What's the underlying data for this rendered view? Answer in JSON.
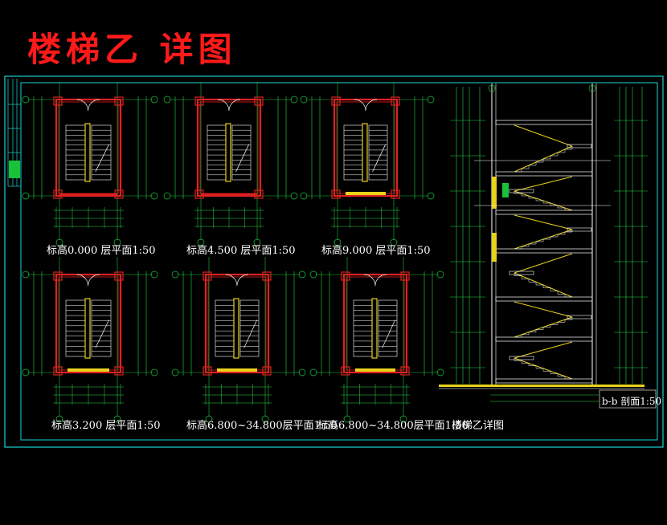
{
  "title": "楼梯乙 详图",
  "colors": {
    "frame": "#1ad3d3",
    "axis": "#18c23a",
    "wall": "#e02020",
    "stair": "#e8d21a",
    "dim": "#26d44a",
    "text": "#ffffff",
    "title": "#ff1a1a"
  },
  "plans": [
    {
      "label": "标高0.000 层平面1:50"
    },
    {
      "label": "标高4.500 层平面1:50"
    },
    {
      "label": "标高9.000 层平面1:50"
    },
    {
      "label": "标高3.200 层平面1:50"
    },
    {
      "label": "标高6.800~34.800层平面1:50"
    },
    {
      "label": "标高6.800~34.800层平面1:50"
    }
  ],
  "section": {
    "label": "楼梯乙详图",
    "sub_label": "b-b 剖面1:50"
  }
}
